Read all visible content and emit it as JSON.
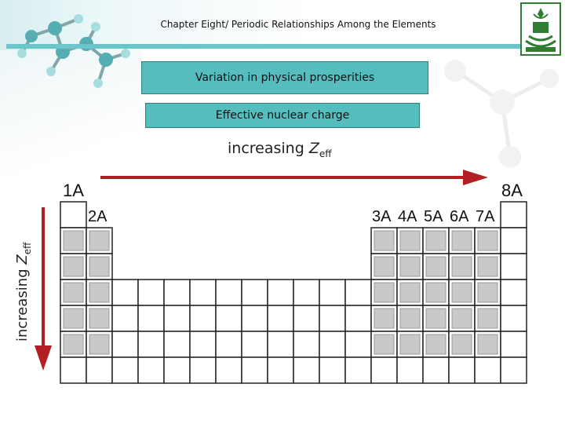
{
  "header": {
    "title": "Chapter Eight/ Periodic Relationships Among the Elements"
  },
  "boxes": {
    "primary": "Variation in physical prosperities",
    "secondary": "Effective nuclear charge"
  },
  "trend": {
    "prefix": "increasing ",
    "symbol": "Z",
    "subscript": "eff"
  },
  "groups": {
    "g1": "1A",
    "g2": "2A",
    "g3": "3A",
    "g4": "4A",
    "g5": "5A",
    "g6": "6A",
    "g7": "7A",
    "g8": "8A"
  },
  "colors": {
    "accent": "#56bdbf",
    "arrow": "#b21e22",
    "shaded_cell": "#c9c9c9"
  },
  "icons": [
    "molecule-icon",
    "university-emblem-icon",
    "right-arrow-icon",
    "down-arrow-icon"
  ]
}
